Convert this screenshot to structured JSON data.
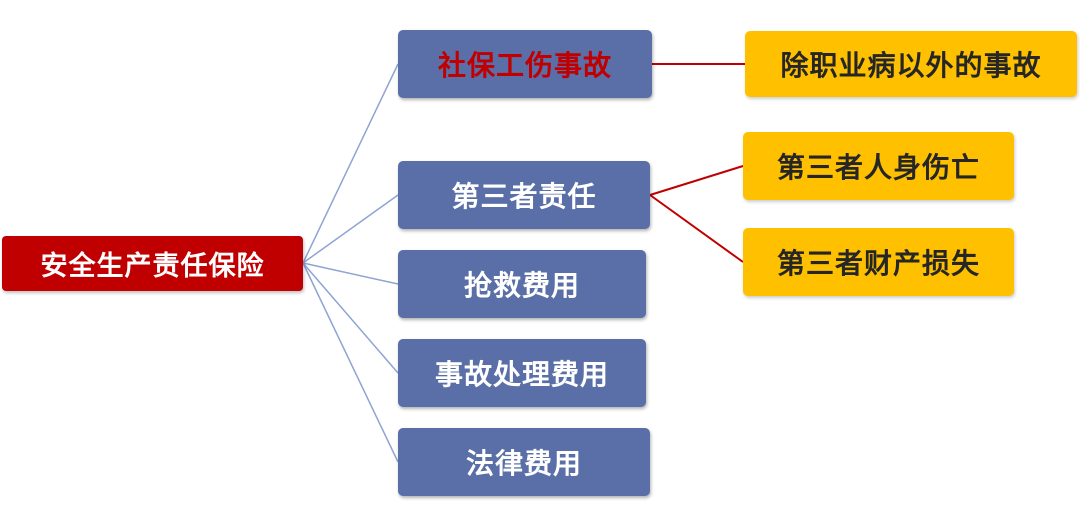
{
  "root": {
    "label": "安全生产责任保险"
  },
  "branches": [
    {
      "label": "社保工伤事故",
      "label_color": "#c00000"
    },
    {
      "label": "第三者责任",
      "label_color": "#ffffff"
    },
    {
      "label": "抢救费用",
      "label_color": "#ffffff"
    },
    {
      "label": "事故处理费用",
      "label_color": "#ffffff"
    },
    {
      "label": "法律费用",
      "label_color": "#ffffff"
    }
  ],
  "leaves": [
    {
      "label": "除职业病以外的事故",
      "parent": 0
    },
    {
      "label": "第三者人身伤亡",
      "parent": 1
    },
    {
      "label": "第三者财产损失",
      "parent": 1
    }
  ],
  "colors": {
    "root_fill": "#c00000",
    "branch_fill": "#5a6fa8",
    "leaf_fill": "#ffc000",
    "root_connector": "#8ea4d2",
    "leaf_connector": "#c00000"
  }
}
